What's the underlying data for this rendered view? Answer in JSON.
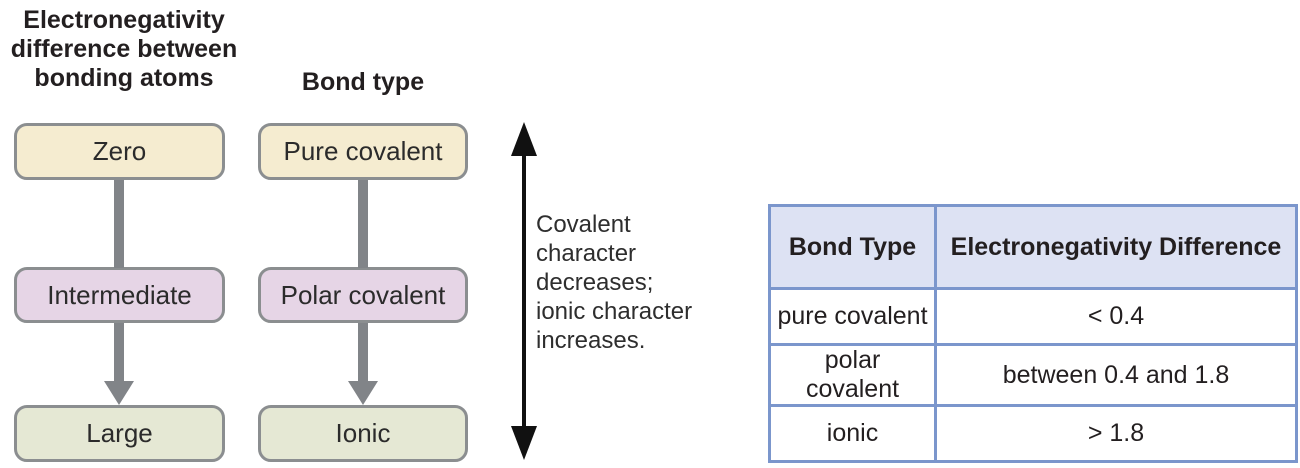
{
  "diagram": {
    "col1_heading": "Electronegativity\ndifference between\nbonding atoms",
    "col2_heading": "Bond type",
    "col1_boxes": [
      {
        "label": "Zero",
        "color": "#f5ecd0"
      },
      {
        "label": "Intermediate",
        "color": "#e6d5e6"
      },
      {
        "label": "Large",
        "color": "#e5e8d4"
      }
    ],
    "col2_boxes": [
      {
        "label": "Pure covalent",
        "color": "#f5ecd0"
      },
      {
        "label": "Polar covalent",
        "color": "#e6d5e6"
      },
      {
        "label": "Ionic",
        "color": "#e5e8d4"
      }
    ],
    "arrow_caption": "Covalent\ncharacter\ndecreases;\nionic character\nincreases."
  },
  "table": {
    "headers": [
      "Bond Type",
      "Electronegativity Difference"
    ],
    "rows": [
      [
        "pure covalent",
        "< 0.4"
      ],
      [
        "polar covalent",
        "between 0.4 and 1.8"
      ],
      [
        "ionic",
        "> 1.8"
      ]
    ]
  },
  "colors": {
    "box_border_gray": "#8b8e90",
    "down_arrow_gray": "#818488",
    "double_arrow_black": "#111111",
    "table_border_blue": "#7b96cc",
    "table_header_bg": "#dde2f3",
    "box_cream": "#f5ecd0",
    "box_pink": "#e6d5e6",
    "box_green": "#e5e8d4"
  }
}
